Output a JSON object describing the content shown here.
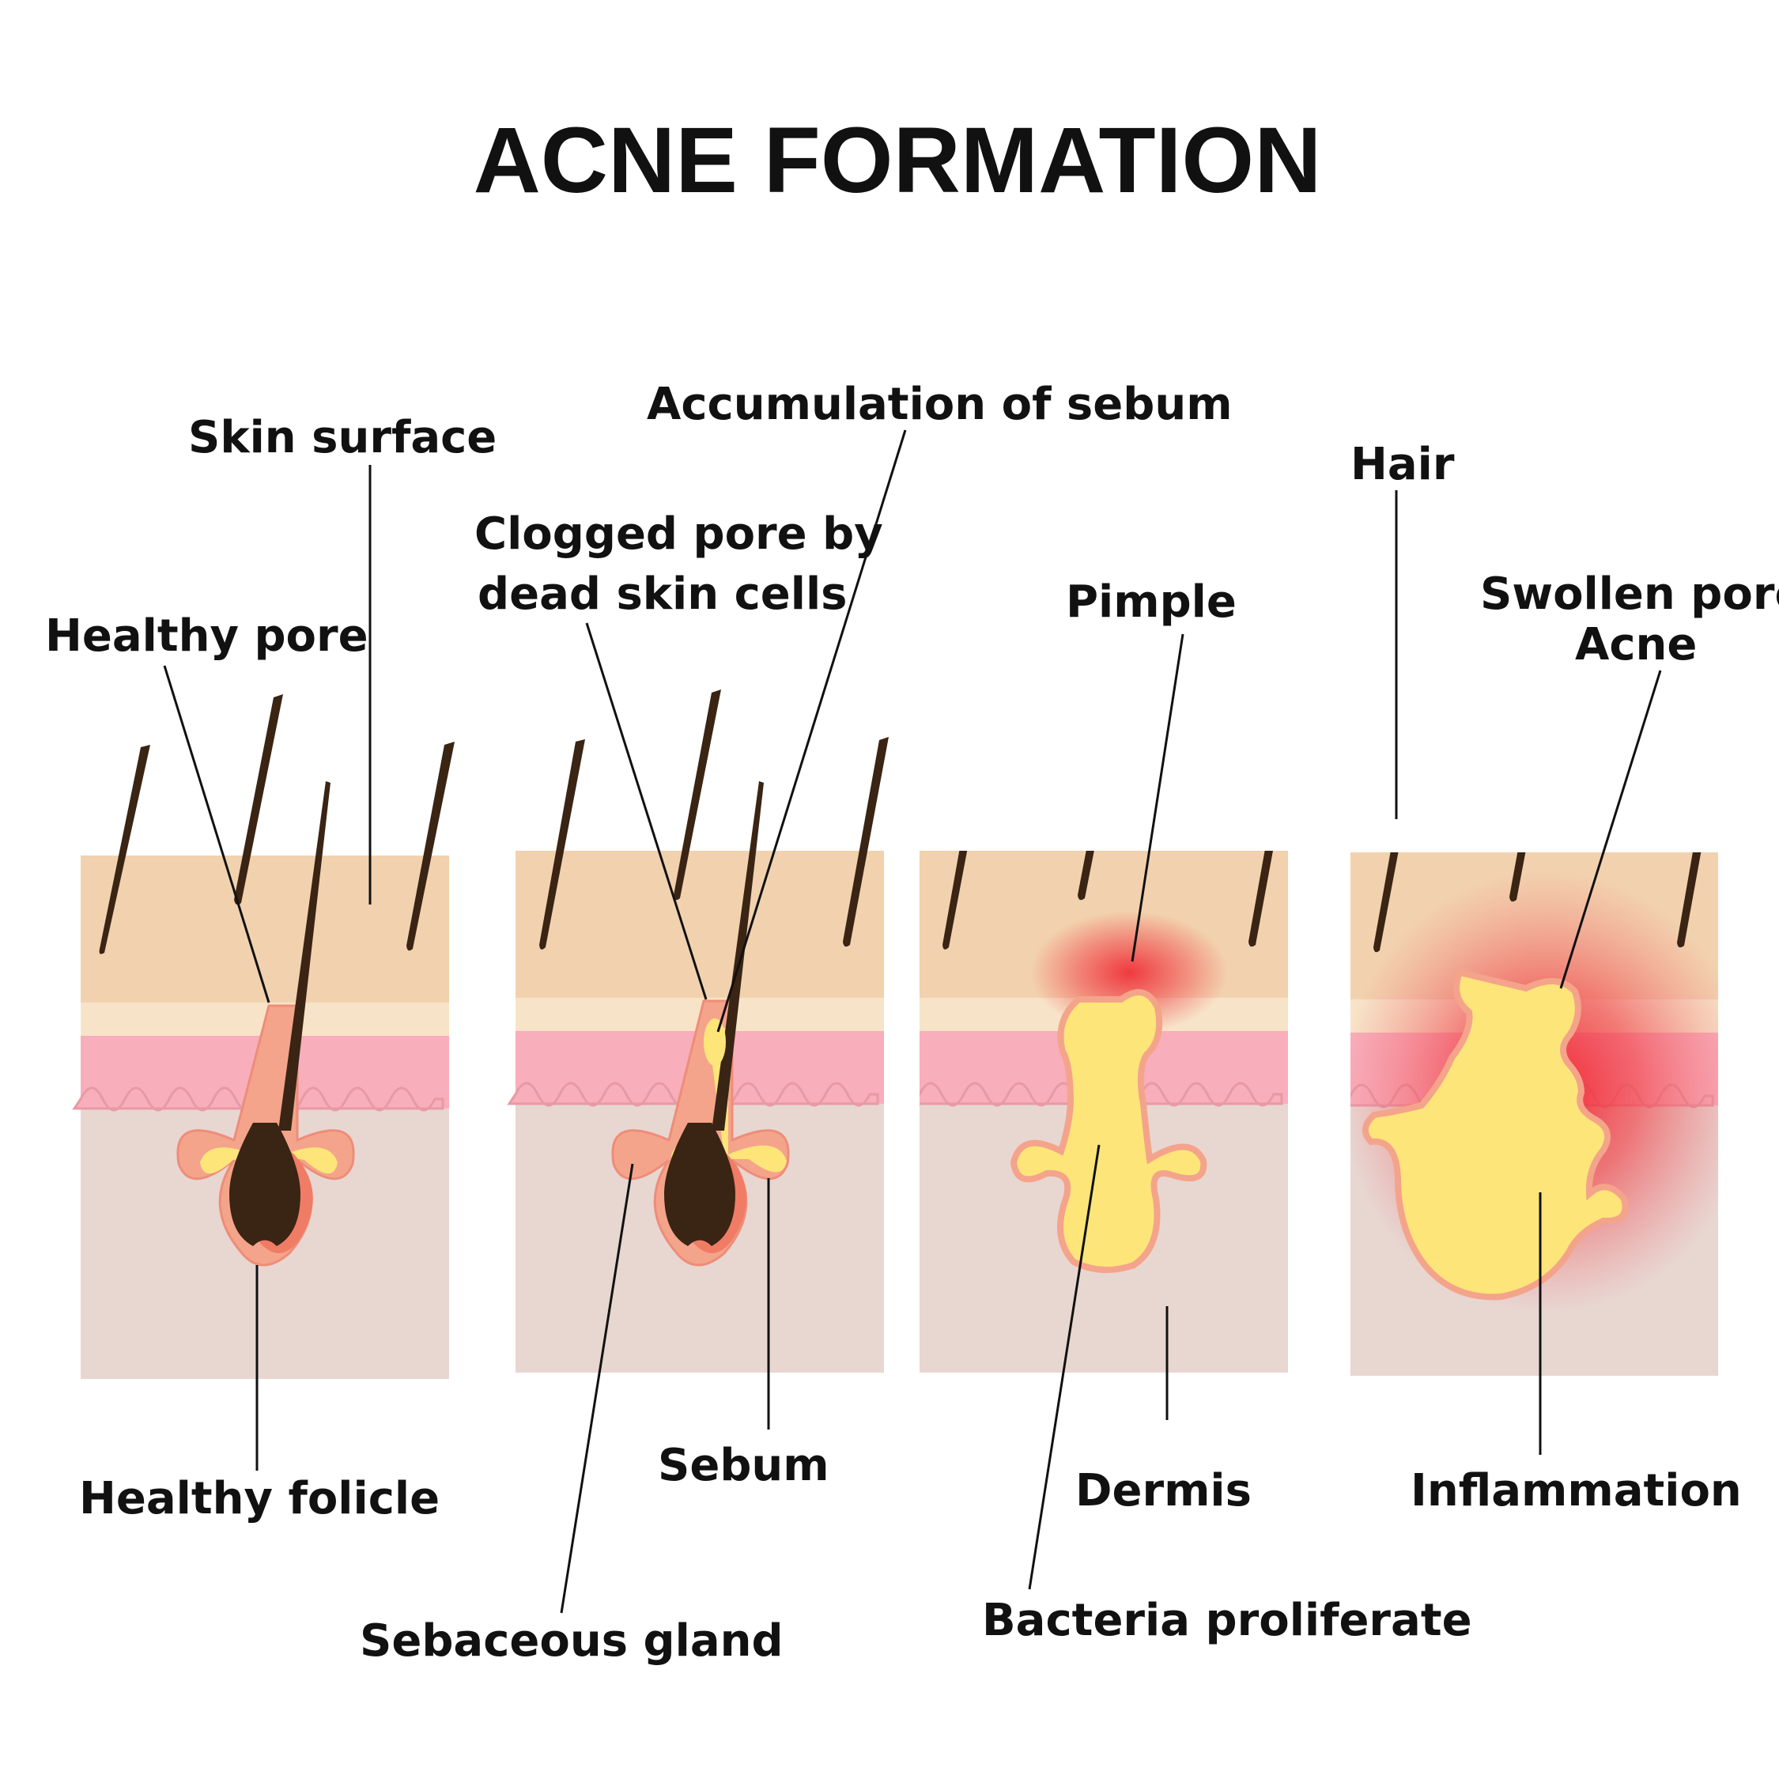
{
  "title": "ACNE FORMATION",
  "labels": {
    "skin_surface": "Skin surface",
    "healthy_pore": "Healthy pore",
    "healthy_follicle": "Healthy folicle",
    "accumulation_of_sebum": "Accumulation of sebum",
    "clogged_pore_line1": "Clogged pore by",
    "clogged_pore_line2": "dead skin cells",
    "sebaceous_gland": "Sebaceous gland",
    "sebum": "Sebum",
    "pimple": "Pimple",
    "dermis": "Dermis",
    "bacteria_proliferate": "Bacteria proliferate",
    "hair": "Hair",
    "swollen_pore_line1": "Swollen pore",
    "swollen_pore_line2": "Acne",
    "inflammation": "Inflammation"
  },
  "colors": {
    "epidermis": "#f2d2ae",
    "epidermis_base": "#f7e4c8",
    "papillary": "#f8aebb",
    "dermis": "#e8d6d1",
    "hair": "#3a2414",
    "follicle_outer": "#f4a48a",
    "follicle_inner": "#f07c66",
    "sebum": "#fde57a",
    "inflammation": "#f0323a",
    "leader": "#111111"
  }
}
